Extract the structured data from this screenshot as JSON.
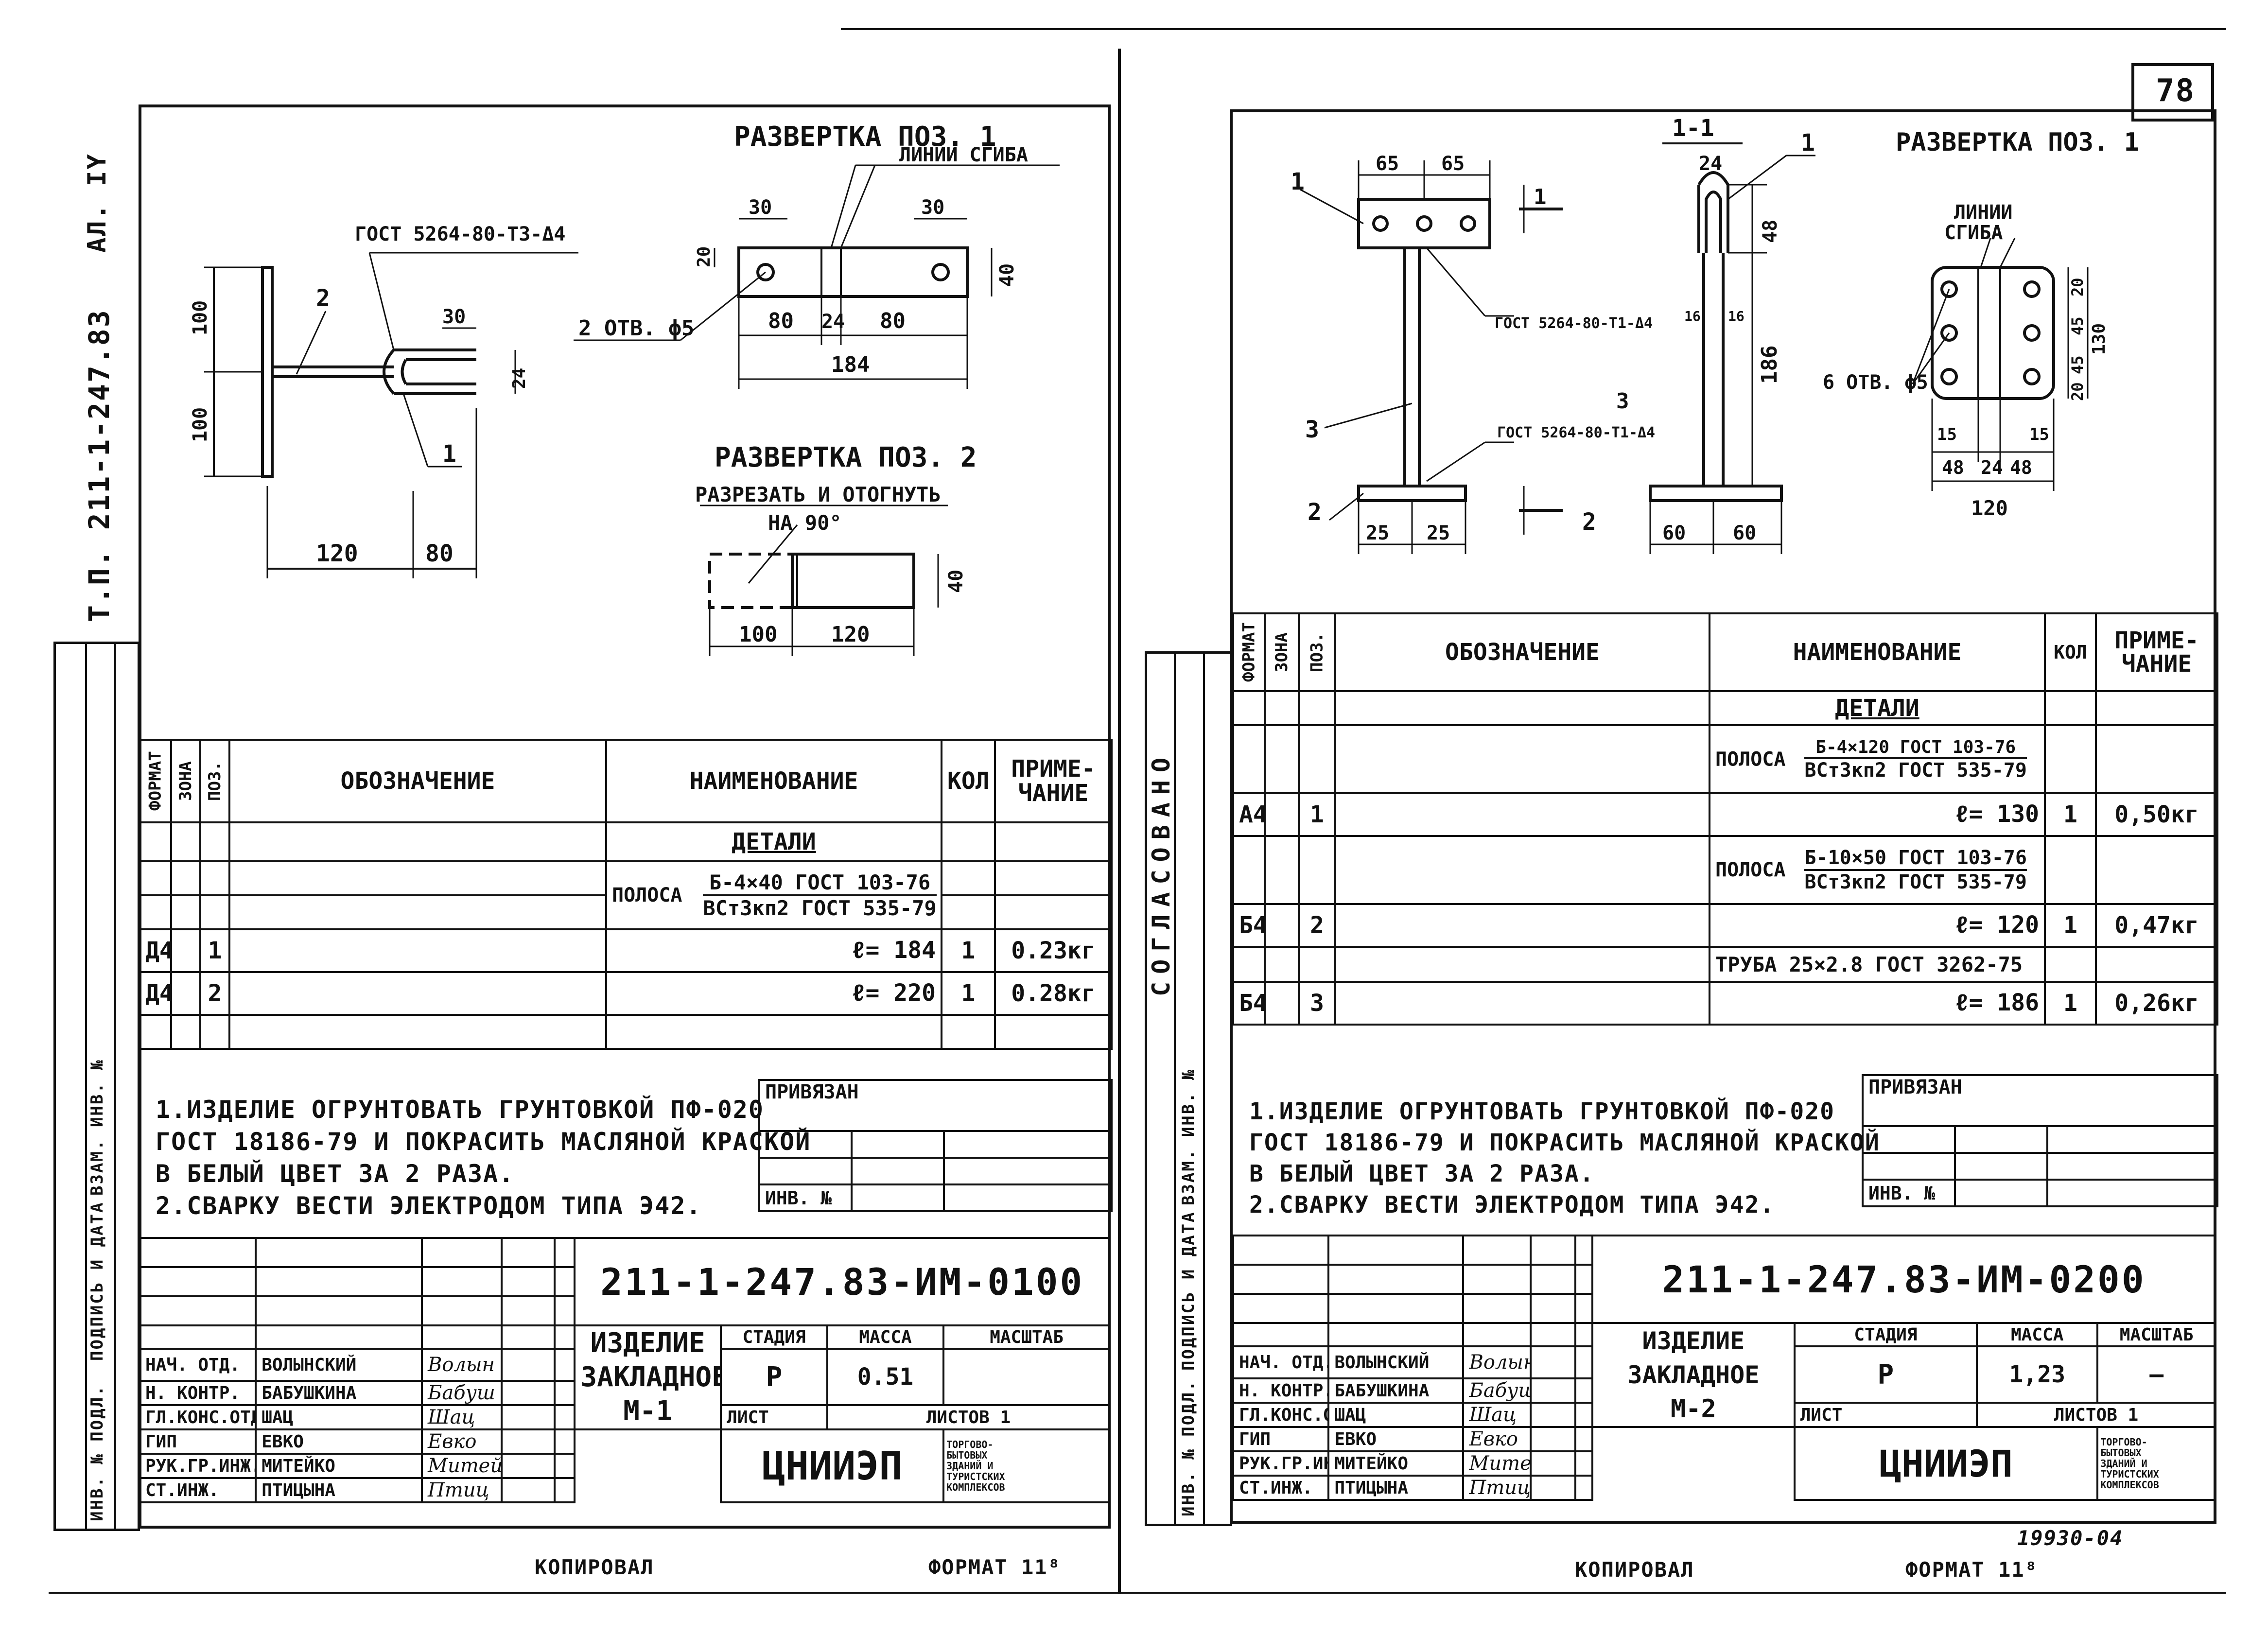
{
  "page_number": "78",
  "footer_code": "19930-04",
  "side_labels": {
    "album": "АЛ. IY",
    "project": "Т.П. 211-1-247.83",
    "agreed": "СОГЛАСОВАНО",
    "inv_vzam": "ВЗАМ. ИНВ. №",
    "sign_date": "ПОДПИСЬ И ДАТА",
    "inv_podl": "ИНВ. № ПОДЛ."
  },
  "sheet1": {
    "drawing": {
      "gost_weld": "ГОСТ 5264-80-Т3-Δ4",
      "dims": [
        "100",
        "100",
        "30",
        "24",
        "120",
        "80"
      ],
      "pos": [
        "2",
        "1"
      ],
      "razv1_title": "РАЗВЕРТКА  ПОЗ. 1",
      "bend_lines": "ЛИНИИ СГИБА",
      "razv1_dims": [
        "30",
        "30",
        "20",
        "40",
        "80",
        "24",
        "80",
        "184"
      ],
      "holes": "2 ОТВ. ϕ5",
      "razv2_title": "РАЗВЕРТКА  ПОЗ. 2",
      "cut_note": "РАЗРЕЗАТЬ И ОТОГНУТЬ",
      "cut_angle": "НА 90°",
      "razv2_dims": [
        "40",
        "100",
        "120"
      ]
    },
    "table": {
      "headers": [
        "ФОРМАТ",
        "ЗОНА",
        "ПОЗ.",
        "ОБОЗНАЧЕНИЕ",
        "НАИМЕНОВАНИЕ",
        "КОЛ",
        "ПРИМЕ-ЧАНИЕ"
      ],
      "section": "ДЕТАЛИ",
      "material_label": "ПОЛОСА",
      "material_top": "Б-4×40 ГОСТ 103-76",
      "material_bottom": "ВСт3кп2 ГОСТ 535-79",
      "rows": [
        {
          "format": "Д4",
          "pos": "1",
          "name": "ℓ= 184",
          "qty": "1",
          "note": "0.23кг"
        },
        {
          "format": "Д4",
          "pos": "2",
          "name": "ℓ= 220",
          "qty": "1",
          "note": "0.28кг"
        }
      ]
    },
    "notes": [
      "1.ИЗДЕЛИЕ ОГРУНТОВАТЬ ГРУНТОВКОЙ ПФ-020",
      "ГОСТ 18186-79 И ПОКРАСИТЬ МАСЛЯНОЙ КРАСКОЙ",
      "В БЕЛЫЙ ЦВЕТ ЗА 2 РАЗА.",
      "2.СВАРКУ ВЕСТИ ЭЛЕКТРОДОМ ТИПА Э42."
    ],
    "privyazan": "ПРИВЯЗАН",
    "inv_no": "ИНВ. №",
    "doc_code": "211-1-247.83-ИМ-0100",
    "title": [
      "ИЗДЕЛИЕ  ЗАКЛАДНОЕ",
      "М-1"
    ],
    "stage_h": "СТАДИЯ",
    "mass_h": "МАССА",
    "scale_h": "МАСШТАБ",
    "stage": "Р",
    "mass": "0.51",
    "scale": "",
    "sheet_h": "ЛИСТ",
    "sheets_h": "ЛИСТОВ 1",
    "org": "ЦНИИЭП",
    "org_sub": [
      "ТОРГОВО-",
      "БЫТОВЫХ",
      "ЗДАНИЙ И",
      "ТУРИСТСКИХ",
      "КОМПЛЕКСОВ"
    ],
    "staff": [
      {
        "role": "НАЧ. ОТД.",
        "name": "ВОЛЫНСКИЙ",
        "sign": "Волын"
      },
      {
        "role": "Н. КОНТР.",
        "name": "БАБУШКИНА",
        "sign": "Бабуш"
      },
      {
        "role": "ГЛ.КОНС.ОТД",
        "name": "ШАЦ",
        "sign": "Шац"
      },
      {
        "role": "ГИП",
        "name": "ЕВКО",
        "sign": "Евко"
      },
      {
        "role": "РУК.ГР.ИНЖ.",
        "name": "МИТЕЙКО",
        "sign": "Митей"
      },
      {
        "role": "СТ.ИНЖ.",
        "name": "ПТИЦЫНА",
        "sign": "Птиц"
      }
    ],
    "copied": "КОПИРОВАЛ",
    "format": "ФОРМАТ  11⁸"
  },
  "sheet2": {
    "drawing": {
      "section": "1-1",
      "dims_top": [
        "65",
        "65"
      ],
      "gost1": "ГОСТ 5264-80-Т1-Δ4",
      "gost2": "ГОСТ 5264-80-Т1-Δ4",
      "dims_side": [
        "24",
        "48",
        "16",
        "16",
        "186"
      ],
      "pos": [
        "1",
        "3",
        "2",
        "1",
        "3",
        "2"
      ],
      "dims_bottom": [
        "25",
        "25",
        "60",
        "60"
      ],
      "cut_mark": "1",
      "razv_title": "РАЗВЕРТКА  ПОЗ. 1",
      "bend_lines": [
        "ЛИНИИ",
        "СГИБА"
      ],
      "holes": "6 ОТВ. ϕ5",
      "razv_dims": [
        "20",
        "45",
        "130",
        "45",
        "20",
        "15",
        "15",
        "48",
        "24",
        "48",
        "120"
      ]
    },
    "table": {
      "headers": [
        "ФОРМАТ",
        "ЗОНА",
        "ПОЗ.",
        "ОБОЗНАЧЕНИЕ",
        "НАИМЕНОВАНИЕ",
        "КОЛ",
        "ПРИМЕ-ЧАНИЕ"
      ],
      "section": "ДЕТАЛИ",
      "items": [
        {
          "label": "ПОЛОСА",
          "top": "Б-4×120 ГОСТ 103-76",
          "bottom": "ВСт3кп2 ГОСТ 535-79",
          "format": "А4",
          "pos": "1",
          "name": "ℓ= 130",
          "qty": "1",
          "note": "0,50кг"
        },
        {
          "label": "ПОЛОСА",
          "top": "Б-10×50 ГОСТ 103-76",
          "bottom": "ВСт3кп2 ГОСТ 535-79",
          "format": "Б4",
          "pos": "2",
          "name": "ℓ= 120",
          "qty": "1",
          "note": "0,47кг"
        },
        {
          "label": "",
          "top": "ТРУБА 25×2.8 ГОСТ 3262-75",
          "bottom": "",
          "format": "Б4",
          "pos": "3",
          "name": "ℓ= 186",
          "qty": "1",
          "note": "0,26кг"
        }
      ]
    },
    "notes": [
      "1.ИЗДЕЛИЕ ОГРУНТОВАТЬ ГРУНТОВКОЙ ПФ-020",
      "ГОСТ 18186-79 И ПОКРАСИТЬ МАСЛЯНОЙ КРАСКОЙ",
      "В БЕЛЫЙ ЦВЕТ ЗА 2 РАЗА.",
      "2.СВАРКУ ВЕСТИ ЭЛЕКТРОДОМ ТИПА Э42."
    ],
    "privyazan": "ПРИВЯЗАН",
    "inv_no": "ИНВ. №",
    "doc_code": "211-1-247.83-ИМ-0200",
    "title": [
      "ИЗДЕЛИЕ  ЗАКЛАДНОЕ",
      "М-2"
    ],
    "stage_h": "СТАДИЯ",
    "mass_h": "МАССА",
    "scale_h": "МАСШТАБ",
    "stage": "Р",
    "mass": "1,23",
    "scale": "—",
    "sheet_h": "ЛИСТ",
    "sheets_h": "ЛИСТОВ 1",
    "org": "ЦНИИЭП",
    "org_sub": [
      "ТОРГОВО-",
      "БЫТОВЫХ",
      "ЗДАНИЙ И",
      "ТУРИСТСКИХ",
      "КОМПЛЕКСОВ"
    ],
    "staff": [
      {
        "role": "НАЧ. ОТД.",
        "name": "ВОЛЫНСКИЙ",
        "sign": "Волын"
      },
      {
        "role": "Н. КОНТР.",
        "name": "БАБУШКИНА",
        "sign": "Бабуш"
      },
      {
        "role": "ГЛ.КОНС.ОТД",
        "name": "ШАЦ",
        "sign": "Шац"
      },
      {
        "role": "ГИП",
        "name": "ЕВКО",
        "sign": "Евко"
      },
      {
        "role": "РУК.ГР.ИНЖ.",
        "name": "МИТЕЙКО",
        "sign": "Митей"
      },
      {
        "role": "СТ.ИНЖ.",
        "name": "ПТИЦЫНА",
        "sign": "Птиц"
      }
    ],
    "copied": "КОПИРОВАЛ",
    "format": "ФОРМАТ  11⁸"
  }
}
